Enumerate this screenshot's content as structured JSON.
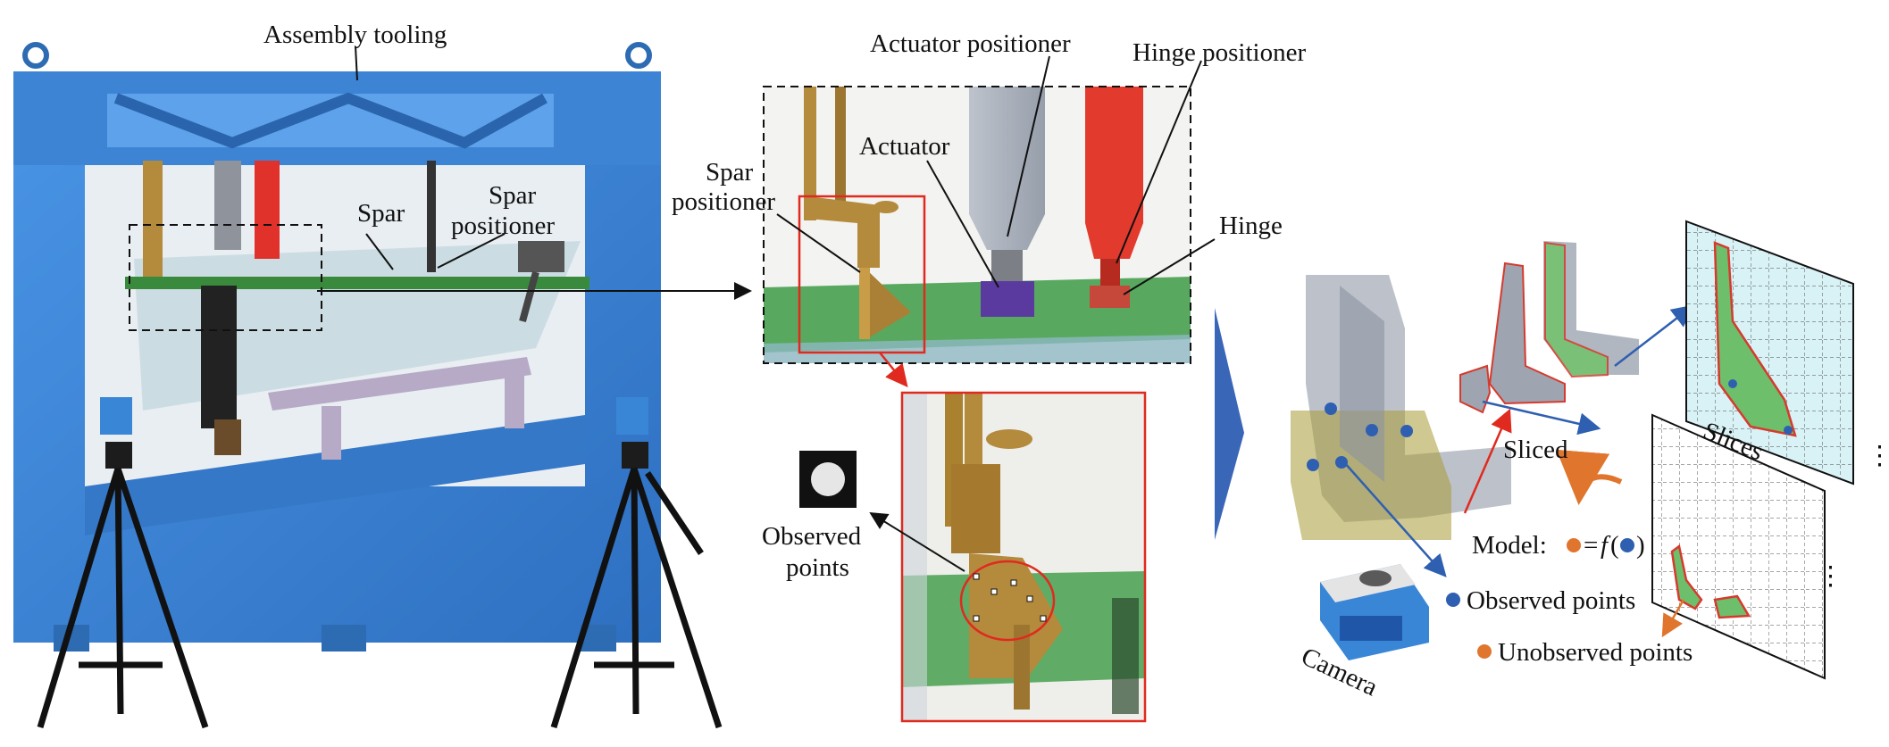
{
  "labels": {
    "assembly_tooling": "Assembly tooling",
    "actuator_positioner": "Actuator positioner",
    "hinge_positioner": "Hinge positioner",
    "actuator": "Actuator",
    "hinge": "Hinge",
    "spar": "Spar",
    "spar_positioner_left_line1": "Spar",
    "spar_positioner_left_line2": "positioner",
    "spar_positioner_inset_line1": "Spar",
    "spar_positioner_inset_line2": "positioner",
    "observed_points_line1": "Observed",
    "observed_points_line2": "points",
    "sliced": "Sliced",
    "slices": "Slices",
    "model_prefix": "Model: ",
    "model_eq": "=",
    "model_f": "f",
    "model_open": "(",
    "model_close": ")",
    "legend_observed": "Observed points",
    "legend_unobserved": "Unobserved points",
    "camera": "Camera",
    "ellipsis": "⋮"
  },
  "colors": {
    "tooling_blue": "#3f86d6",
    "tooling_dark": "#2d6bb3",
    "arrow_blue": "#3a66b8",
    "red_highlight": "#e02a1f",
    "green_plate": "#3c9b45",
    "gold_part": "#b48a3c",
    "observed_dot": "#2f5fb0",
    "unobserved_dot": "#e0752e",
    "slice_bg": "#d9f2f6",
    "part_grey": "#a5adb8"
  },
  "icons": [
    "tripod-camera-icon",
    "observed-target-icon",
    "handheld-scanner-icon"
  ]
}
